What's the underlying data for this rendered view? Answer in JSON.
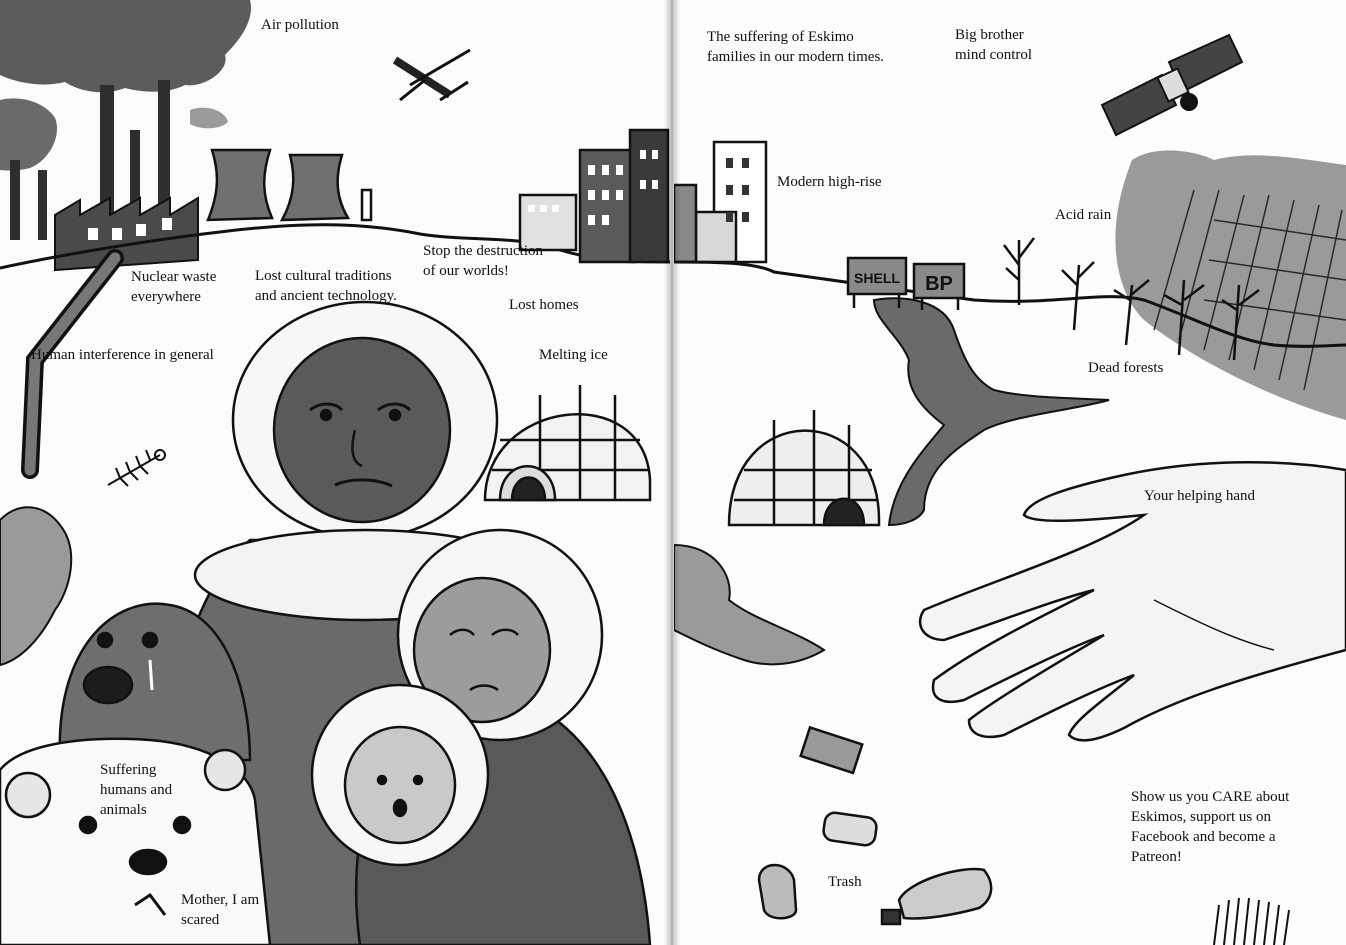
{
  "colors": {
    "ink": "#111111",
    "wash_dark": "#3a3a3a",
    "wash_mid": "#7d7d7d",
    "wash_light": "#bdbdbd",
    "paper": "#fbfbfb"
  },
  "left_page": {
    "captions": {
      "air_pollution": "Air pollution",
      "nuclear_waste": "Nuclear waste\neverywhere",
      "lost_traditions": "Lost cultural traditions\nand ancient technology.",
      "stop_destruction": "Stop the destruction\nof our worlds!",
      "lost_homes": "Lost homes",
      "human_interference": "Human interference in general",
      "melting_ice": "Melting ice",
      "suffering": "Suffering\nhumans and\nanimals",
      "mother_scared": "Mother, I am\nscared"
    }
  },
  "right_page": {
    "captions": {
      "eskimo_families": "The suffering of Eskimo\nfamilies in our modern times.",
      "big_brother": "Big brother\nmind control",
      "modern_highrise": "Modern high-rise",
      "acid_rain": "Acid rain",
      "dead_forests": "Dead forests",
      "helping_hand": "Your helping hand",
      "patreon": "Show us you CARE about\nEskimos, support us on\nFacebook and become a\nPatreon!",
      "trash": "Trash"
    },
    "signs": {
      "shell": "SHELL",
      "bp": "BP"
    }
  }
}
